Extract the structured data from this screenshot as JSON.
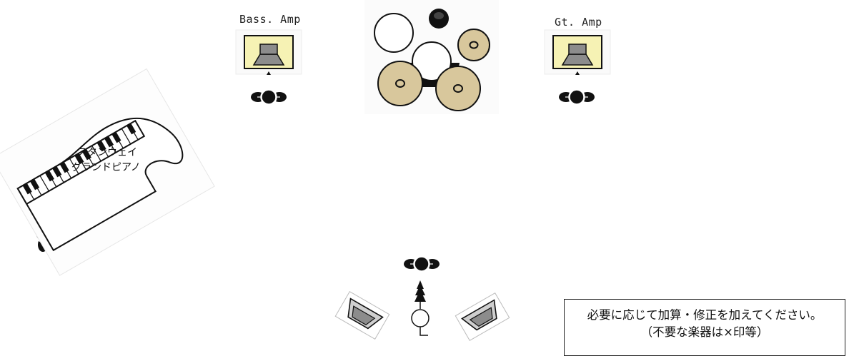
{
  "labels": {
    "bass_amp": "Bass. Amp",
    "guitar_amp": "Gt. Amp",
    "piano_line1": "スタンウェイ",
    "piano_line2": "グランドピアノ"
  },
  "note": {
    "line1": "必要に応じて加算・修正を加えてください。",
    "line2": "（不要な楽器は×印等）"
  },
  "colors": {
    "amp_fill": "#f6f2b4",
    "cymbal_fill": "#d8c79c",
    "speaker_gray": "#8c8c8c",
    "ink": "#111111"
  },
  "icons": [
    "bass-amp-icon",
    "guitar-amp-icon",
    "drum-kit-icon",
    "grand-piano-icon",
    "musician-icon",
    "vocal-mic-icon",
    "wedge-monitor-icon"
  ]
}
